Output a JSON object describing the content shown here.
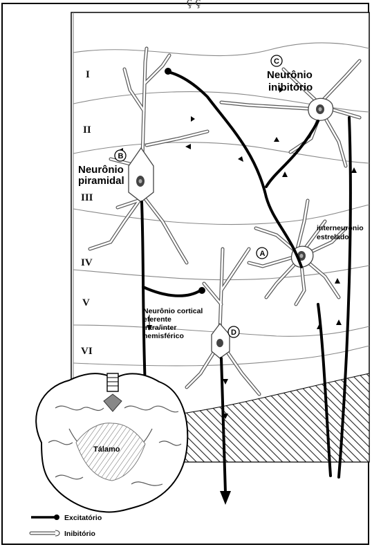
{
  "header": {
    "title_partial": "ç   ç"
  },
  "layers": [
    "I",
    "II",
    "III",
    "IV",
    "V",
    "VI"
  ],
  "neurons": {
    "A": {
      "letter": "A",
      "label_lines": [
        "interneurônio",
        "estrelado"
      ]
    },
    "B": {
      "letter": "B",
      "label_lines": [
        "Neurônio",
        "piramidal"
      ]
    },
    "C": {
      "letter": "C",
      "label_lines": [
        "Neurônio",
        "inibitório"
      ]
    },
    "D": {
      "letter": "D",
      "label_lines": [
        "Neurônio cortical",
        "eferente",
        "intra/inter",
        "hemisférico"
      ]
    }
  },
  "brain": {
    "label": "Tálamo"
  },
  "legend": {
    "items": [
      {
        "label": "Excitatório",
        "kind": "excitatory",
        "color": "#000000"
      },
      {
        "label": "Inibitório",
        "kind": "inhibitory",
        "color": "#ffffff"
      }
    ]
  }
}
